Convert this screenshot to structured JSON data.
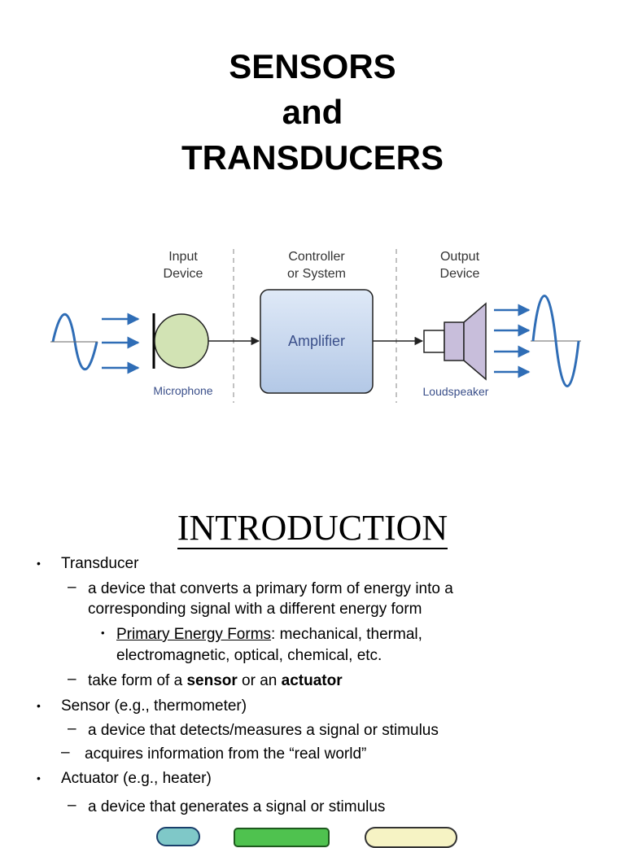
{
  "title": {
    "line1": "SENSORS",
    "line2": "and",
    "line3": "TRANSDUCERS"
  },
  "diagram": {
    "input_header": [
      "Input",
      "Device"
    ],
    "controller_header": [
      "Controller",
      "or System"
    ],
    "output_header": [
      "Output",
      "Device"
    ],
    "amplifier_label": "Amplifier",
    "microphone_label": "Microphone",
    "loudspeaker_label": "Loudspeaker",
    "colors": {
      "signal": "#2f6db6",
      "mic_fill": "#d2e3b4",
      "amp_fill": "#c9daf0",
      "speaker_fill": "#c8bedb",
      "caption": "#3a4f8a"
    }
  },
  "intro": {
    "heading": "INTRODUCTION",
    "transducer": "Transducer",
    "transducer_def_1": "a device that converts a primary form of energy into a",
    "transducer_def_2": "corresponding signal with a different energy form",
    "energy_forms_label": "Primary Energy Forms",
    "energy_forms_1": ": mechanical, thermal,",
    "energy_forms_2": "electromagnetic, optical, chemical, etc.",
    "take_form_pre": "take form of a ",
    "take_form_sensor": "sensor",
    "take_form_mid": " or an ",
    "take_form_actuator": "actuator",
    "sensor": "Sensor (e.g., thermometer)",
    "sensor_def": "a device that detects/measures a signal or stimulus",
    "sensor_info": "acquires information from the “real world”",
    "actuator": "Actuator (e.g., heater)",
    "actuator_def": "a device that generates a signal or stimulus"
  }
}
